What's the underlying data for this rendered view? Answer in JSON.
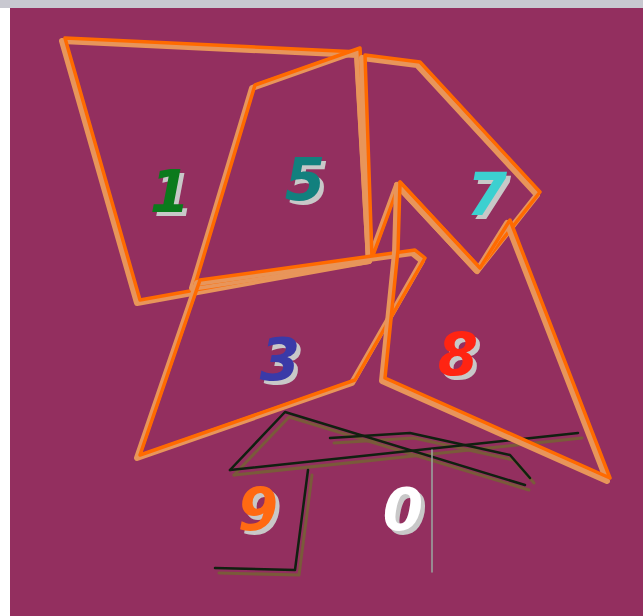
{
  "diagram": {
    "nodes": [
      {
        "text": [
          "1"
        ]
      },
      {
        "text": [
          "5"
        ]
      },
      {
        "text": [
          "7"
        ]
      },
      {
        "text": [
          "3"
        ]
      },
      {
        "text": [
          "8"
        ]
      }
    ],
    "labels": [
      "9",
      "0"
    ]
  }
}
